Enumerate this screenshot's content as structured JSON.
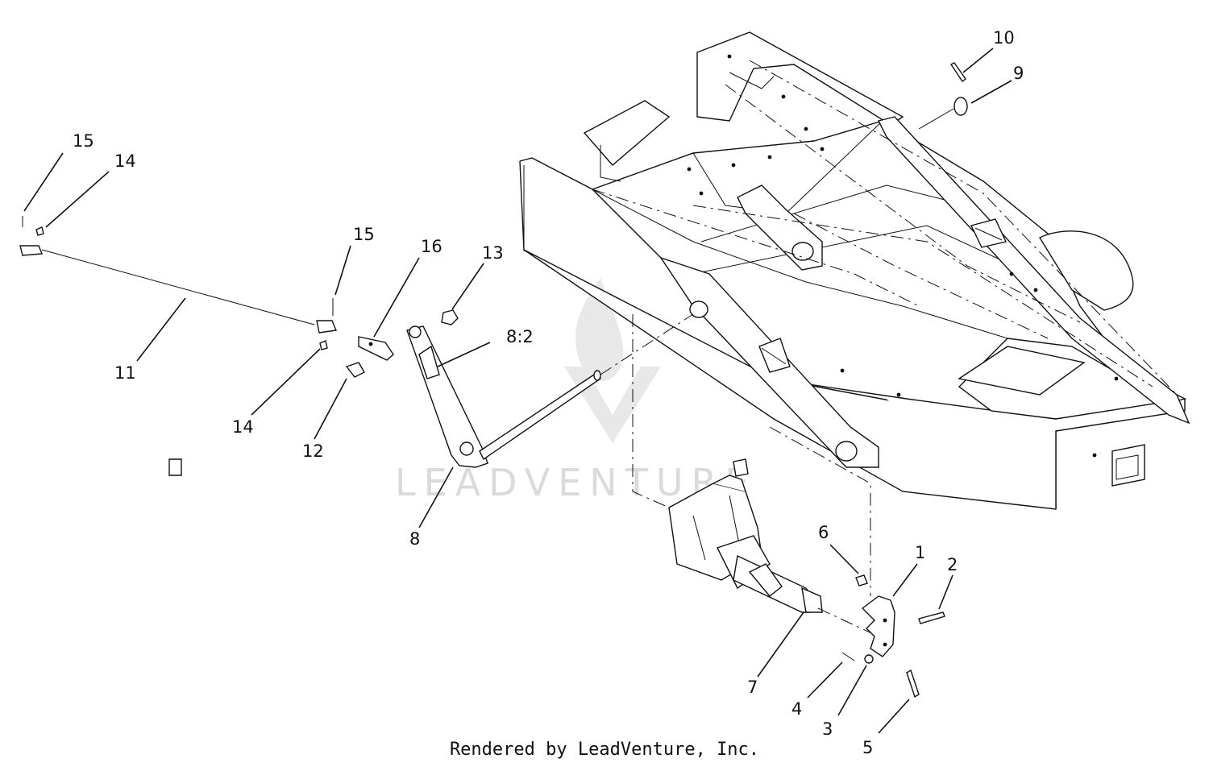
{
  "watermark": {
    "text": "LEADVENTURE"
  },
  "caption": "Rendered by LeadVenture, Inc.",
  "callouts": [
    "1",
    "2",
    "3",
    "4",
    "5",
    "6",
    "7",
    "8",
    "8:2",
    "9",
    "10",
    "11",
    "12",
    "13",
    "14",
    "14",
    "15",
    "15",
    "16"
  ]
}
